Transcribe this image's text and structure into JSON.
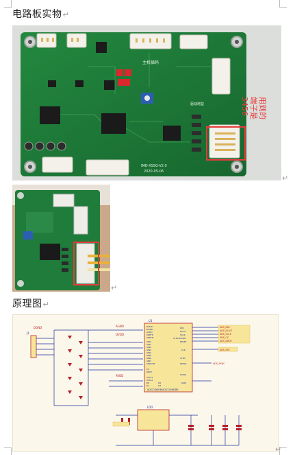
{
  "document": {
    "heading_board_photo": "电路板实物",
    "heading_schematic": "原理图",
    "paragraph_mark": "↵"
  },
  "board_photo": {
    "annotation_text_lines": [
      "用到的",
      "端子是",
      "3456"
    ],
    "annotation_color": "#e53b3b",
    "silkscreen": {
      "label_motor_chip": "主机插码",
      "label_drive_gain": "驱动增益",
      "version": "IMD-XSSG-V2.0",
      "date": "2020-05-06"
    },
    "pcb_color": "#1f7a3a"
  },
  "schematic": {
    "ic_main": "ADS1256IDB/ADS1256IDBR",
    "ic_designator": "U1",
    "pins_left": [
      "DVDD",
      "DGND",
      "AVDD",
      "VREFP",
      "VREFN",
      "AIN0",
      "AIN1",
      "AIN2",
      "AIN3",
      "AIN4",
      "AIN5",
      "AIN6",
      "AIN7",
      "AINCOM",
      "CS",
      "DRDY",
      "XTAL1",
      "XTAL2",
      "D0",
      "D1",
      "D2",
      "D3"
    ],
    "pins_right": [
      "DIN",
      "DOUT",
      "SCLK",
      "SYNC/PDWN",
      "RESET",
      "CLK",
      "SYNC",
      "PDWN",
      "DGND",
      "GND"
    ],
    "net_labels_left": [
      "DGND",
      "AGND",
      "DVDD",
      "AVDD"
    ],
    "net_labels_right": [
      "ADS_DIN",
      "ADS_DOUT",
      "ADS_SCLK",
      "ADS_CS",
      "ADS_DRDY",
      "ADS_RST",
      "ADS_SYNC"
    ],
    "vreg_label": "LDO",
    "connector_label": "J1",
    "accent_yellow": "#f2d96c",
    "wire_color": "#1d2fa0",
    "component_color": "#b8202a"
  }
}
